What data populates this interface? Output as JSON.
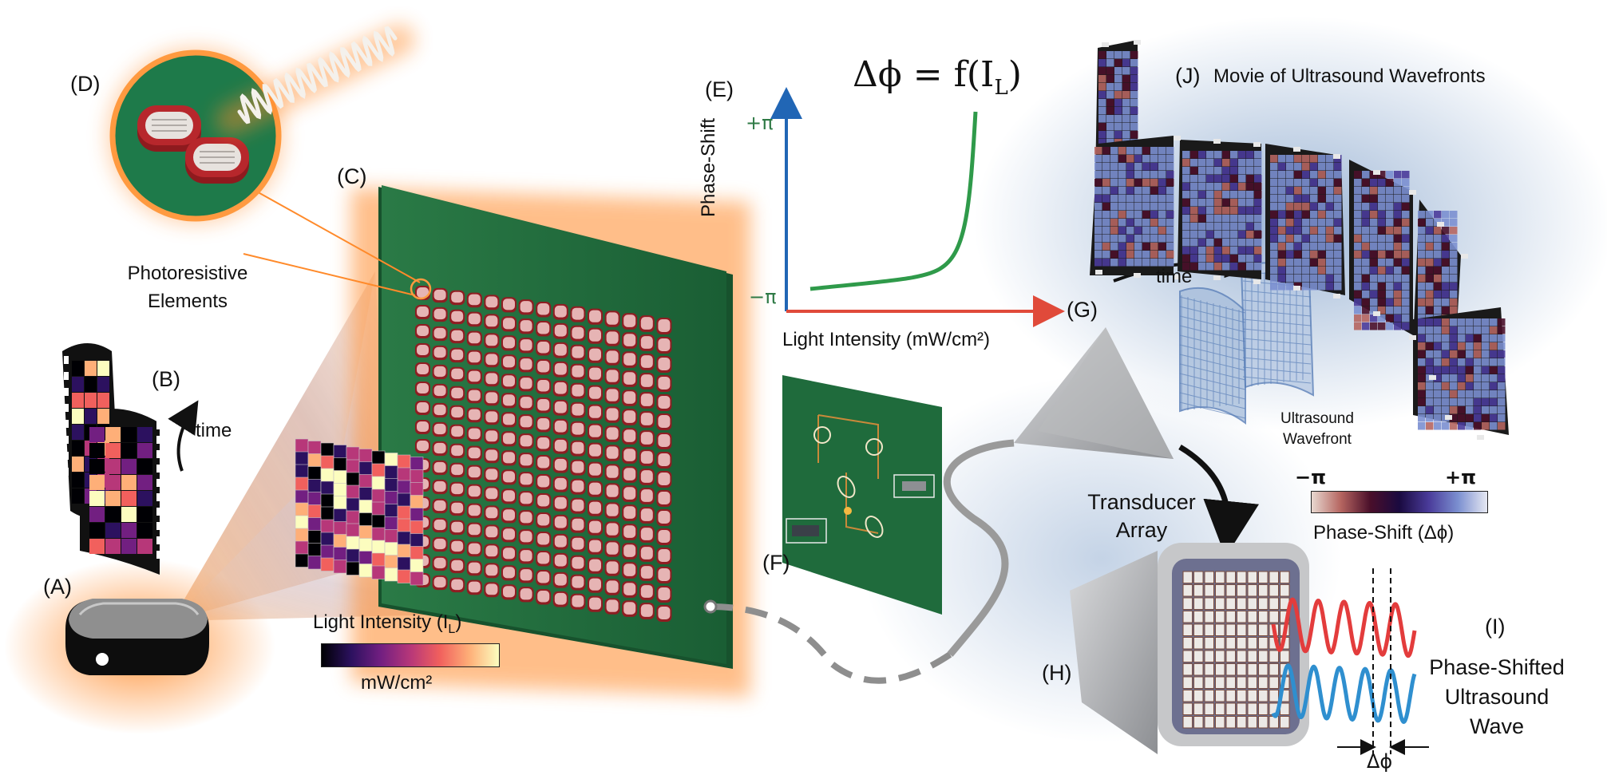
{
  "panels": {
    "a": "(A)",
    "b": "(B)",
    "c": "(C)",
    "d": "(D)",
    "e": "(E)",
    "f": "(F)",
    "g": "(G)",
    "h": "(H)",
    "i": "(I)",
    "j": "(J)"
  },
  "labels": {
    "time_b": "time",
    "time_j": "time",
    "photoresistive_line1": "Photoresistive",
    "photoresistive_line2": "Elements",
    "movie_title": "Movie of Ultrasound Wavefronts",
    "ultrasound_wavefront_line1": "Ultrasound",
    "ultrasound_wavefront_line2": "Wavefront",
    "transducer_line1": "Transducer",
    "transducer_line2": "Array",
    "phase_shifted_line1": "Phase-Shifted",
    "phase_shifted_line2": "Ultrasound",
    "phase_shifted_line3": "Wave",
    "delta_phi": "Δϕ"
  },
  "equation": {
    "lhs": "Δϕ = f(I",
    "sub": "L",
    "rhs": ")"
  },
  "graph_e": {
    "ylabel": "Phase-Shift",
    "xlabel": "Light Intensity (mW/cm²)",
    "ytick_top": "+π",
    "ytick_bottom": "−π"
  },
  "colorbar_light": {
    "title_main": "Light Intensity (I",
    "title_sub": "L",
    "title_end": ")",
    "unit": "mW/cm²",
    "stops": [
      "#000004",
      "#2c115f",
      "#721f81",
      "#b73779",
      "#f1605d",
      "#feaf78",
      "#fcfdbf"
    ]
  },
  "colorbar_phase": {
    "min_label": "−π",
    "max_label": "+π",
    "title": "Phase-Shift (Δϕ)",
    "stops": [
      "#e8d8d0",
      "#b56560",
      "#4a0f2a",
      "#1a0a40",
      "#4a3b9a",
      "#7b8fd0",
      "#e6e8f2"
    ]
  },
  "colors": {
    "board_green": "#1f6b3c",
    "element_red": "#d9433f",
    "axis_blue": "#2166b5",
    "axis_red": "#e04a3a",
    "curve_green": "#2f9a4a",
    "wave_red": "#e33c3c",
    "wave_blue": "#2f8fcf",
    "glow_orange": "#ff8a2a",
    "arrow_black": "#111111"
  },
  "icons": {
    "projector": "projector-icon",
    "photoresistor": "photoresistor-icon",
    "light_wave": "light-wave-icon",
    "circuit": "circuit-board-icon",
    "transducer": "transducer-array-icon",
    "film_strip": "film-strip-icon"
  }
}
